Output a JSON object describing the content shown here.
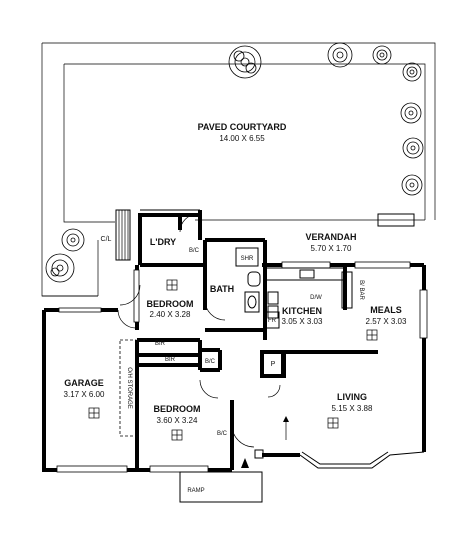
{
  "rooms": {
    "courtyard": {
      "name": "PAVED COURTYARD",
      "dims": "14.00 X 6.55"
    },
    "verandah": {
      "name": "VERANDAH",
      "dims": "5.70 X 1.70"
    },
    "laundry": {
      "name": "L'DRY"
    },
    "bath": {
      "name": "BATH"
    },
    "bedroom2": {
      "name": "BEDROOM",
      "dims": "2.40 X 3.28"
    },
    "kitchen": {
      "name": "KITCHEN",
      "dims": "3.05 X 3.03"
    },
    "meals": {
      "name": "MEALS",
      "dims": "2.57 X 3.03"
    },
    "garage": {
      "name": "GARAGE",
      "dims": "3.17 X 6.00"
    },
    "living": {
      "name": "LIVING",
      "dims": "5.15 X 3.88"
    },
    "bedroom1": {
      "name": "BEDROOM",
      "dims": "3.60 X 3.24"
    }
  },
  "fixtures": {
    "cl": "C/L",
    "bic_laundry": "B/C",
    "shr": "SHR",
    "dw": "D/W",
    "fr": "FR",
    "bir1": "BIR",
    "bir2": "BIR",
    "bic_hall": "B/C",
    "bic_bed": "B/C",
    "pantry": "P",
    "ramp": "RAMP",
    "storage": "O/H STORAGE",
    "bibar": "B/ BAR"
  }
}
